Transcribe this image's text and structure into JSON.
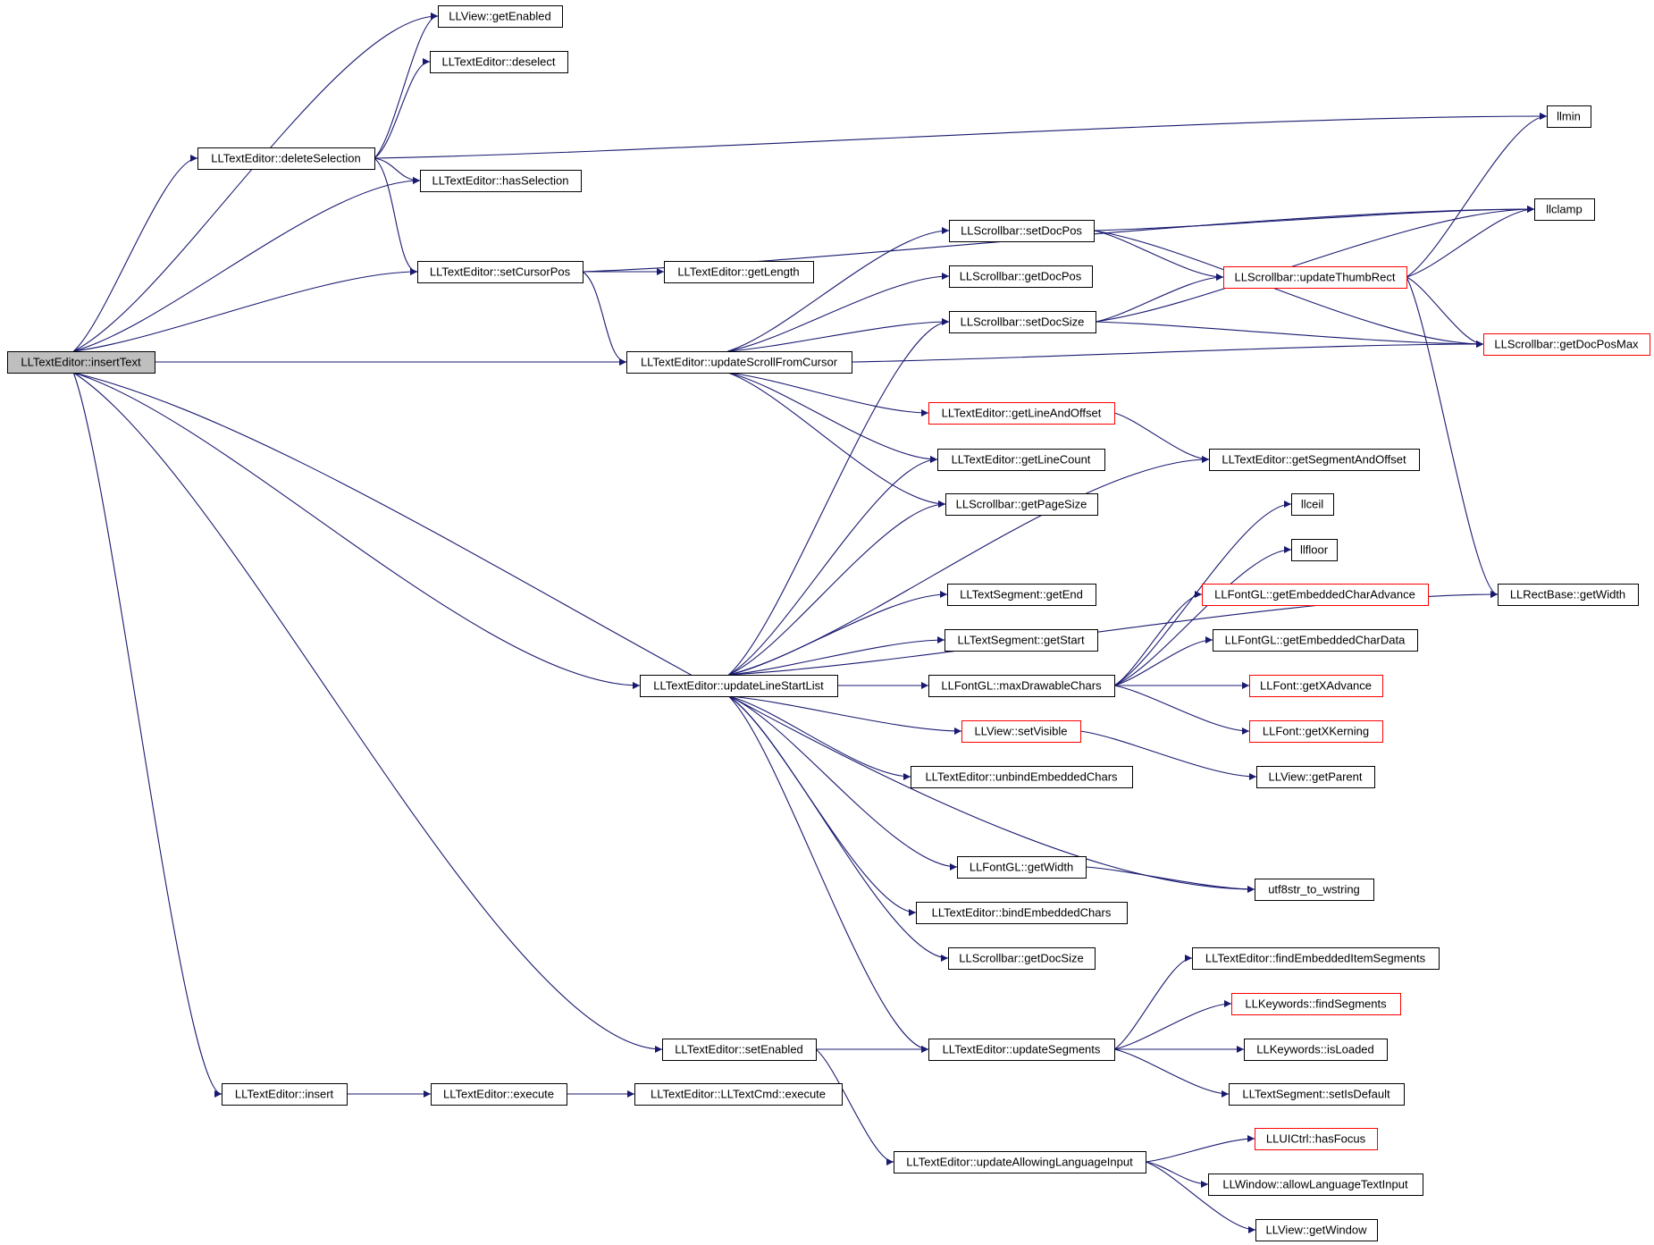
{
  "colors": {
    "edge": "#191970",
    "border_default": "#000000",
    "border_truncated": "#ff0000",
    "root_fill": "#bfbfbf"
  },
  "nodes": [
    {
      "id": "insertText",
      "label": "LLTextEditor::insertText",
      "style": "root"
    },
    {
      "id": "getEnabled",
      "label": "LLView::getEnabled",
      "style": "normal"
    },
    {
      "id": "deselect",
      "label": "LLTextEditor::deselect",
      "style": "normal"
    },
    {
      "id": "deleteSelection",
      "label": "LLTextEditor::deleteSelection",
      "style": "normal"
    },
    {
      "id": "hasSelection",
      "label": "LLTextEditor::hasSelection",
      "style": "normal"
    },
    {
      "id": "setCursorPos",
      "label": "LLTextEditor::setCursorPos",
      "style": "normal"
    },
    {
      "id": "getLength",
      "label": "LLTextEditor::getLength",
      "style": "normal"
    },
    {
      "id": "updateScrollFromCursor",
      "label": "LLTextEditor::updateScrollFromCursor",
      "style": "normal"
    },
    {
      "id": "llmin",
      "label": "llmin",
      "style": "normal"
    },
    {
      "id": "llclamp",
      "label": "llclamp",
      "style": "normal"
    },
    {
      "id": "sb_setDocPos",
      "label": "LLScrollbar::setDocPos",
      "style": "normal"
    },
    {
      "id": "sb_getDocPos",
      "label": "LLScrollbar::getDocPos",
      "style": "normal"
    },
    {
      "id": "sb_setDocSize",
      "label": "LLScrollbar::setDocSize",
      "style": "normal"
    },
    {
      "id": "updateThumbRect",
      "label": "LLScrollbar::updateThumbRect",
      "style": "red"
    },
    {
      "id": "getDocPosMax",
      "label": "LLScrollbar::getDocPosMax",
      "style": "red"
    },
    {
      "id": "getLineAndOffset",
      "label": "LLTextEditor::getLineAndOffset",
      "style": "red"
    },
    {
      "id": "getLineCount",
      "label": "LLTextEditor::getLineCount",
      "style": "normal"
    },
    {
      "id": "getSegmentAndOffset",
      "label": "LLTextEditor::getSegmentAndOffset",
      "style": "normal"
    },
    {
      "id": "getPageSize",
      "label": "LLScrollbar::getPageSize",
      "style": "normal"
    },
    {
      "id": "llceil",
      "label": "llceil",
      "style": "normal"
    },
    {
      "id": "llfloor",
      "label": "llfloor",
      "style": "normal"
    },
    {
      "id": "seg_getEnd",
      "label": "LLTextSegment::getEnd",
      "style": "normal"
    },
    {
      "id": "getEmbeddedCharAdvance",
      "label": "LLFontGL::getEmbeddedCharAdvance",
      "style": "red"
    },
    {
      "id": "getRectWidth",
      "label": "LLRectBase::getWidth",
      "style": "normal"
    },
    {
      "id": "seg_getStart",
      "label": "LLTextSegment::getStart",
      "style": "normal"
    },
    {
      "id": "getEmbeddedCharData",
      "label": "LLFontGL::getEmbeddedCharData",
      "style": "normal"
    },
    {
      "id": "updateLineStartList",
      "label": "LLTextEditor::updateLineStartList",
      "style": "normal"
    },
    {
      "id": "maxDrawableChars",
      "label": "LLFontGL::maxDrawableChars",
      "style": "normal"
    },
    {
      "id": "getXAdvance",
      "label": "LLFont::getXAdvance",
      "style": "red"
    },
    {
      "id": "setVisible",
      "label": "LLView::setVisible",
      "style": "red"
    },
    {
      "id": "getXKerning",
      "label": "LLFont::getXKerning",
      "style": "red"
    },
    {
      "id": "unbindEmbeddedChars",
      "label": "LLTextEditor::unbindEmbeddedChars",
      "style": "normal"
    },
    {
      "id": "getParent",
      "label": "LLView::getParent",
      "style": "normal"
    },
    {
      "id": "fontGetWidth",
      "label": "LLFontGL::getWidth",
      "style": "normal"
    },
    {
      "id": "utf8str",
      "label": "utf8str_to_wstring",
      "style": "normal"
    },
    {
      "id": "bindEmbeddedChars",
      "label": "LLTextEditor::bindEmbeddedChars",
      "style": "normal"
    },
    {
      "id": "sb_getDocSize",
      "label": "LLScrollbar::getDocSize",
      "style": "normal"
    },
    {
      "id": "findEmbeddedItemSegments",
      "label": "LLTextEditor::findEmbeddedItemSegments",
      "style": "normal"
    },
    {
      "id": "findSegments",
      "label": "LLKeywords::findSegments",
      "style": "red"
    },
    {
      "id": "setEnabled",
      "label": "LLTextEditor::setEnabled",
      "style": "normal"
    },
    {
      "id": "updateSegments",
      "label": "LLTextEditor::updateSegments",
      "style": "normal"
    },
    {
      "id": "isLoaded",
      "label": "LLKeywords::isLoaded",
      "style": "normal"
    },
    {
      "id": "insert",
      "label": "LLTextEditor::insert",
      "style": "normal"
    },
    {
      "id": "execute",
      "label": "LLTextEditor::execute",
      "style": "normal"
    },
    {
      "id": "cmdExecute",
      "label": "LLTextEditor::LLTextCmd::execute",
      "style": "normal"
    },
    {
      "id": "setIsDefault",
      "label": "LLTextSegment::setIsDefault",
      "style": "normal"
    },
    {
      "id": "hasFocus",
      "label": "LLUICtrl::hasFocus",
      "style": "red"
    },
    {
      "id": "updateAllowingLanguageInput",
      "label": "LLTextEditor::updateAllowingLanguageInput",
      "style": "normal"
    },
    {
      "id": "allowLanguageTextInput",
      "label": "LLWindow::allowLanguageTextInput",
      "style": "normal"
    },
    {
      "id": "getWindow",
      "label": "LLView::getWindow",
      "style": "normal"
    }
  ],
  "edges": [
    [
      "insertText",
      "getEnabled"
    ],
    [
      "insertText",
      "deleteSelection"
    ],
    [
      "insertText",
      "hasSelection"
    ],
    [
      "insertText",
      "setCursorPos"
    ],
    [
      "insertText",
      "updateScrollFromCursor"
    ],
    [
      "insertText",
      "updateLineStartList"
    ],
    [
      "insertText",
      "utf8str"
    ],
    [
      "insertText",
      "setEnabled"
    ],
    [
      "insertText",
      "insert"
    ],
    [
      "deleteSelection",
      "getEnabled"
    ],
    [
      "deleteSelection",
      "deselect"
    ],
    [
      "deleteSelection",
      "llmin"
    ],
    [
      "deleteSelection",
      "hasSelection"
    ],
    [
      "deleteSelection",
      "setCursorPos"
    ],
    [
      "setCursorPos",
      "llclamp"
    ],
    [
      "setCursorPos",
      "getLength"
    ],
    [
      "setCursorPos",
      "updateScrollFromCursor"
    ],
    [
      "updateScrollFromCursor",
      "sb_setDocPos"
    ],
    [
      "updateScrollFromCursor",
      "sb_getDocPos"
    ],
    [
      "updateScrollFromCursor",
      "sb_setDocSize"
    ],
    [
      "updateScrollFromCursor",
      "getDocPosMax"
    ],
    [
      "updateScrollFromCursor",
      "getLineAndOffset"
    ],
    [
      "updateScrollFromCursor",
      "getLineCount"
    ],
    [
      "updateScrollFromCursor",
      "getPageSize"
    ],
    [
      "sb_setDocPos",
      "llclamp"
    ],
    [
      "sb_setDocPos",
      "updateThumbRect"
    ],
    [
      "sb_setDocPos",
      "getDocPosMax"
    ],
    [
      "sb_setDocSize",
      "llclamp"
    ],
    [
      "sb_setDocSize",
      "updateThumbRect"
    ],
    [
      "sb_setDocSize",
      "getDocPosMax"
    ],
    [
      "updateThumbRect",
      "llmin"
    ],
    [
      "updateThumbRect",
      "llclamp"
    ],
    [
      "updateThumbRect",
      "getDocPosMax"
    ],
    [
      "updateThumbRect",
      "getRectWidth"
    ],
    [
      "getLineAndOffset",
      "getSegmentAndOffset"
    ],
    [
      "updateLineStartList",
      "sb_setDocSize"
    ],
    [
      "updateLineStartList",
      "getLineCount"
    ],
    [
      "updateLineStartList",
      "getPageSize"
    ],
    [
      "updateLineStartList",
      "getSegmentAndOffset"
    ],
    [
      "updateLineStartList",
      "seg_getEnd"
    ],
    [
      "updateLineStartList",
      "seg_getStart"
    ],
    [
      "updateLineStartList",
      "maxDrawableChars"
    ],
    [
      "updateLineStartList",
      "setVisible"
    ],
    [
      "updateLineStartList",
      "unbindEmbeddedChars"
    ],
    [
      "updateLineStartList",
      "getRectWidth"
    ],
    [
      "updateLineStartList",
      "fontGetWidth"
    ],
    [
      "updateLineStartList",
      "bindEmbeddedChars"
    ],
    [
      "updateLineStartList",
      "sb_getDocSize"
    ],
    [
      "updateLineStartList",
      "updateSegments"
    ],
    [
      "maxDrawableChars",
      "llceil"
    ],
    [
      "maxDrawableChars",
      "llfloor"
    ],
    [
      "maxDrawableChars",
      "getEmbeddedCharAdvance"
    ],
    [
      "maxDrawableChars",
      "getEmbeddedCharData"
    ],
    [
      "maxDrawableChars",
      "getXAdvance"
    ],
    [
      "maxDrawableChars",
      "getXKerning"
    ],
    [
      "setVisible",
      "getParent"
    ],
    [
      "fontGetWidth",
      "utf8str"
    ],
    [
      "setEnabled",
      "updateSegments"
    ],
    [
      "setEnabled",
      "updateAllowingLanguageInput"
    ],
    [
      "updateSegments",
      "findEmbeddedItemSegments"
    ],
    [
      "updateSegments",
      "findSegments"
    ],
    [
      "updateSegments",
      "isLoaded"
    ],
    [
      "updateSegments",
      "setIsDefault"
    ],
    [
      "insert",
      "execute"
    ],
    [
      "execute",
      "cmdExecute"
    ],
    [
      "updateAllowingLanguageInput",
      "hasFocus"
    ],
    [
      "updateAllowingLanguageInput",
      "allowLanguageTextInput"
    ],
    [
      "updateAllowingLanguageInput",
      "getWindow"
    ]
  ]
}
